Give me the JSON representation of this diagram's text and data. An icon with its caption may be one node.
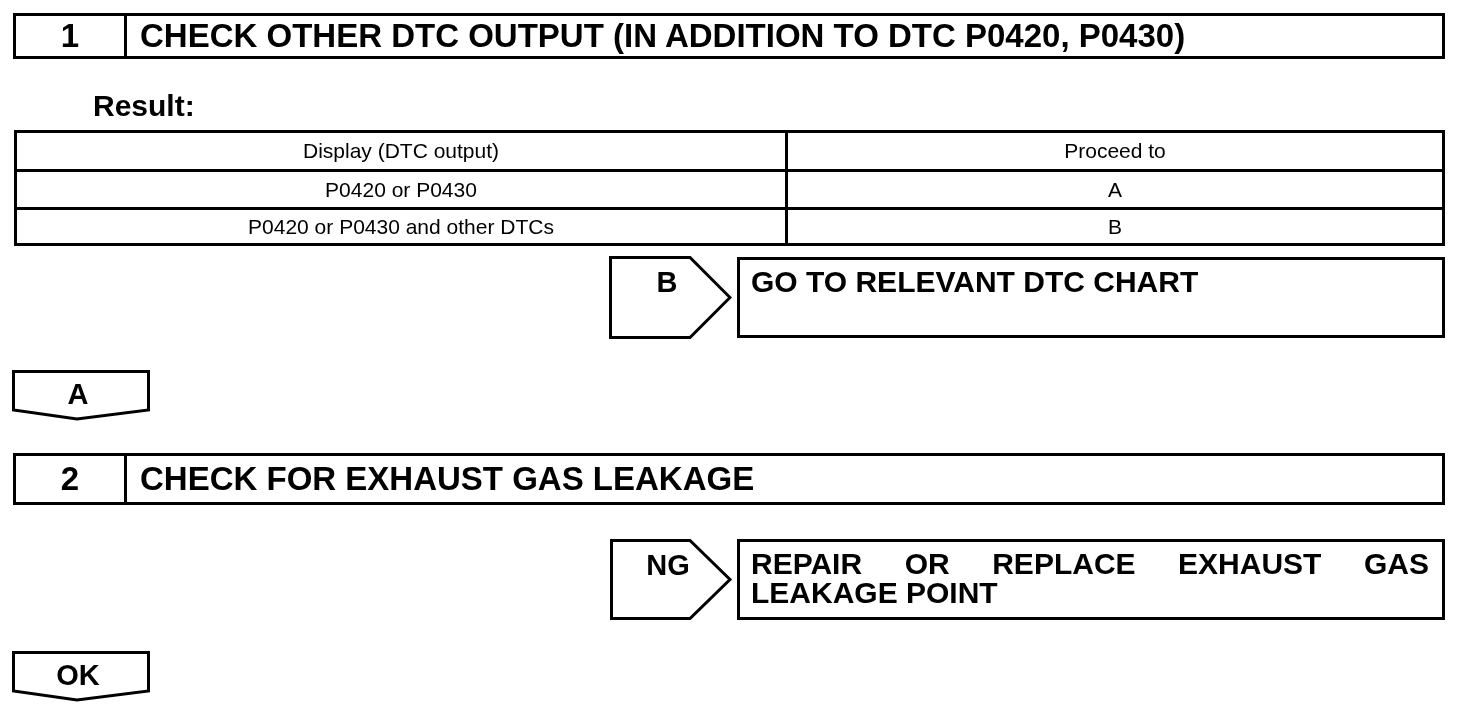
{
  "diagram": {
    "nodes": [
      {
        "text": [
          "1",
          "CHECK OTHER DTC OUTPUT (IN ADDITION TO DTC P0420, P0430)"
        ]
      },
      {
        "text": [
          "B"
        ]
      },
      {
        "text": [
          "GO TO RELEVANT DTC CHART"
        ]
      },
      {
        "text": [
          "A"
        ]
      },
      {
        "text": [
          "2",
          "CHECK FOR EXHAUST GAS LEAKAGE"
        ]
      },
      {
        "text": [
          "REPAIR OR REPLACE EXHAUST GAS LEAKAGE POINT"
        ]
      },
      {
        "text": [
          "OK"
        ]
      }
    ],
    "edges": [
      {
        "from": 4,
        "to": 5,
        "arrow": "to",
        "label": "NG"
      }
    ],
    "labels": [
      "Result:",
      "Display (DTC output)",
      "Proceed to",
      "P0420 or P0430",
      "A",
      "P0420 or P0430 and other DTCs",
      "B"
    ]
  }
}
